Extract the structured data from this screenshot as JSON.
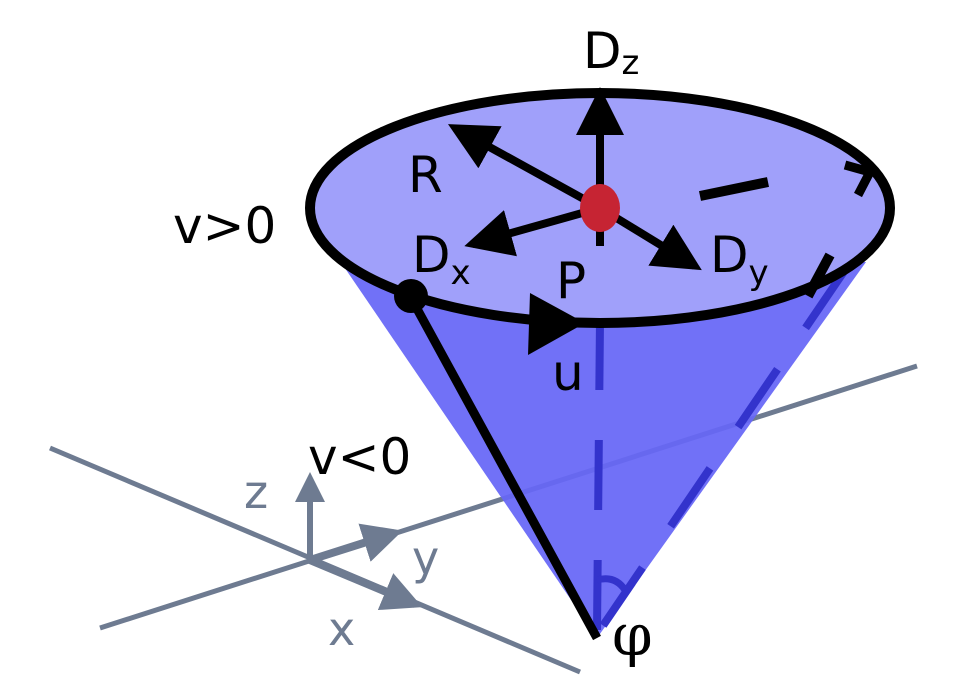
{
  "labels": {
    "dz": "D",
    "dz_sub": "z",
    "r": "R",
    "v_pos": "v>0",
    "dx": "D",
    "dx_sub": "x",
    "p": "P",
    "dy": "D",
    "dy_sub": "y",
    "u": "u",
    "v_neg": "v<0",
    "axis_z": "z",
    "axis_y": "y",
    "axis_x": "x",
    "angle": "φ"
  },
  "colors": {
    "cone": "#6666f6",
    "cap": "#a0a0fa",
    "point": "#c62433",
    "axes": "#6e7b91",
    "hidden": "#3333cc"
  }
}
